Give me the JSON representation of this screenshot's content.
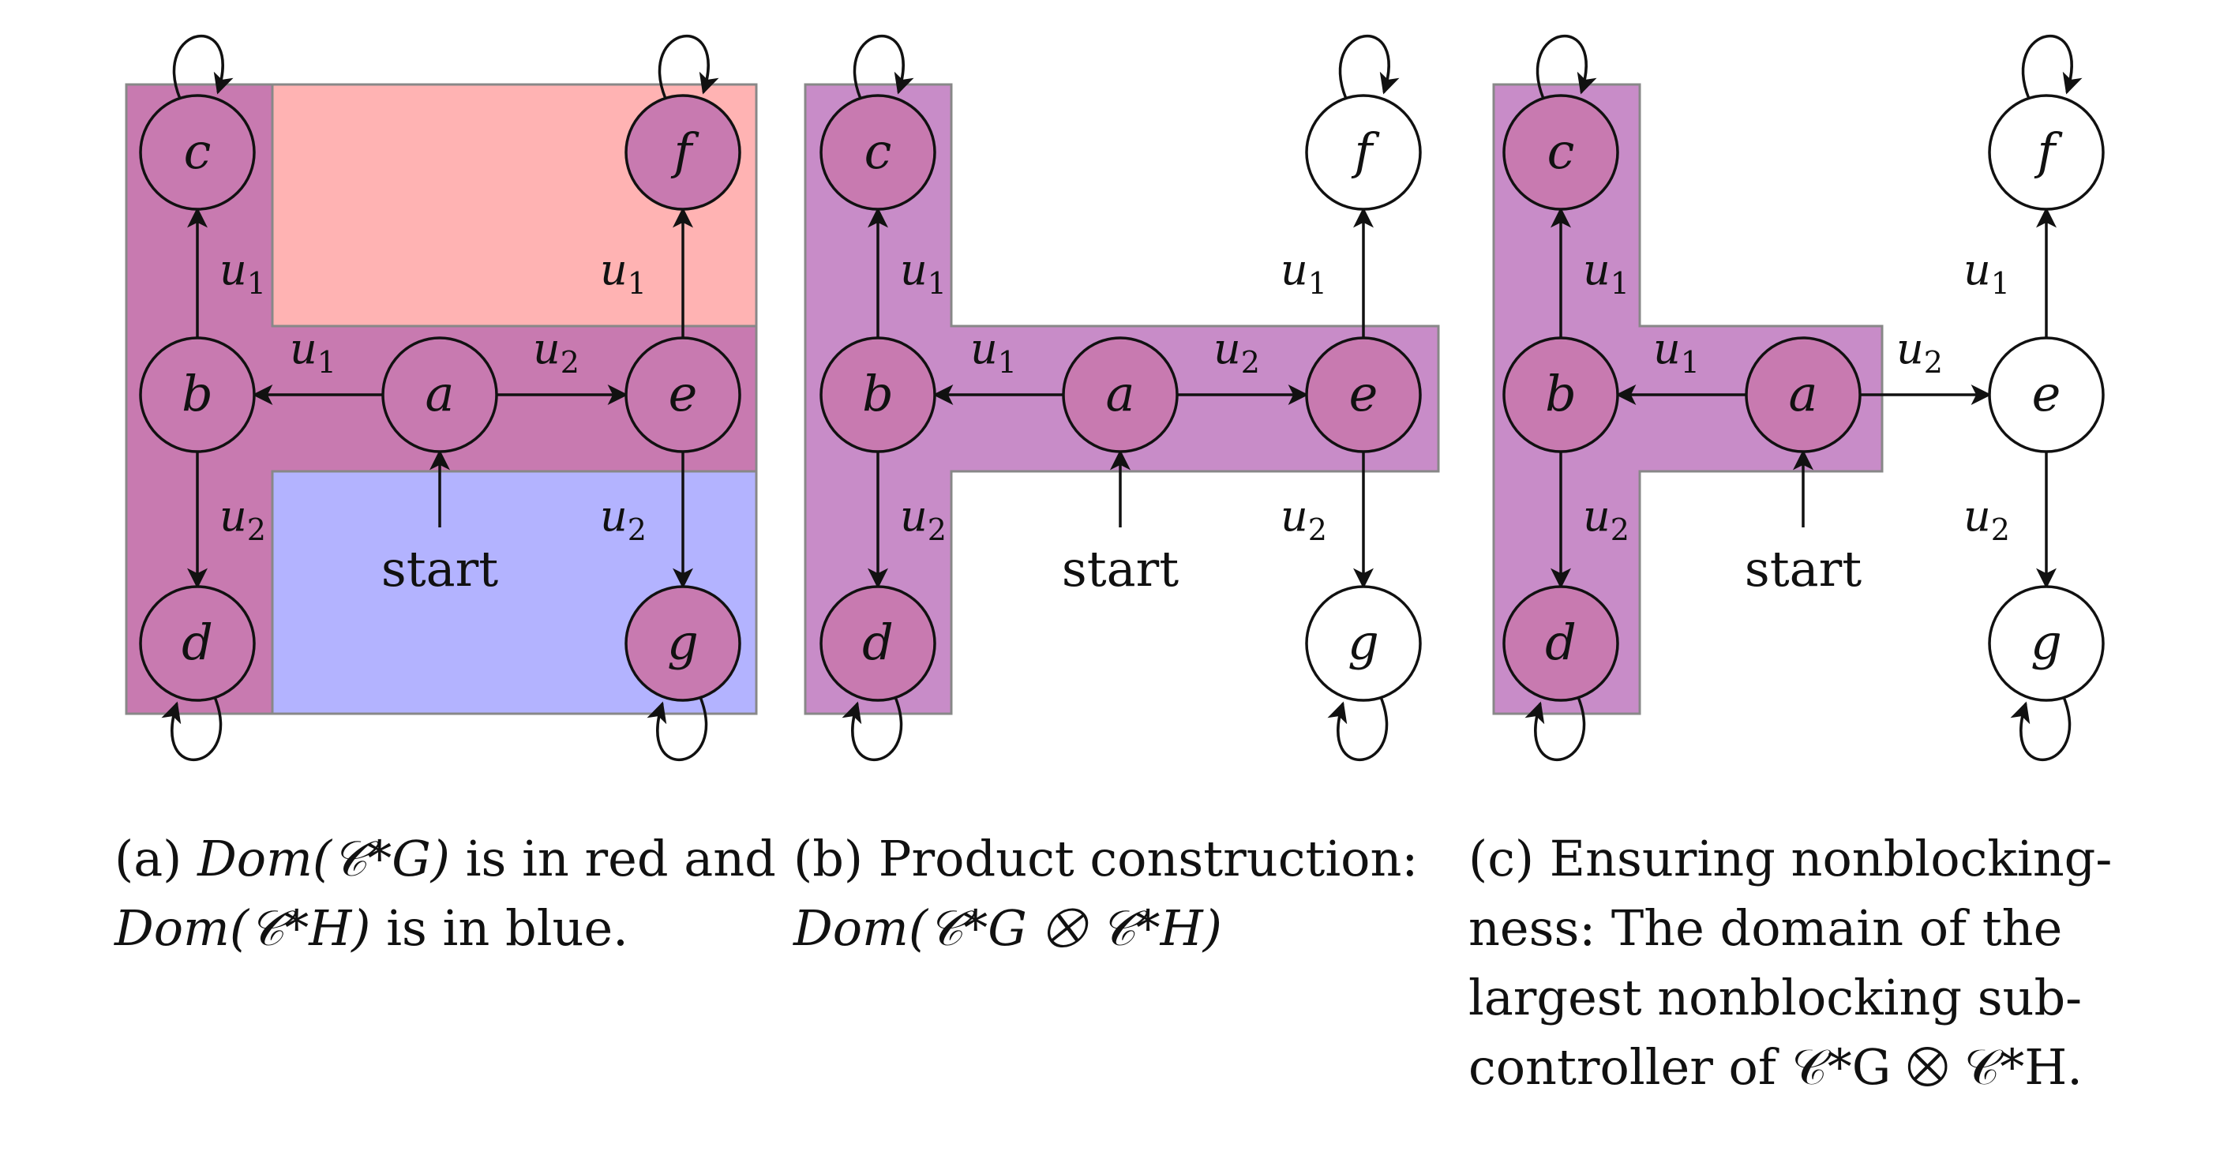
{
  "panels": [
    {
      "id": "a",
      "regions": [
        {
          "color": "#ffb3b3",
          "points": [
            [
              345,
              107
            ],
            [
              958,
              107
            ],
            [
              958,
              413
            ],
            [
              345,
              413
            ]
          ]
        },
        {
          "color": "#b3b3ff",
          "points": [
            [
              345,
              597
            ],
            [
              958,
              597
            ],
            [
              958,
              904
            ],
            [
              345,
              904
            ]
          ]
        },
        {
          "color": "#c87ab0",
          "points": [
            [
              160,
              107
            ],
            [
              345,
              107
            ],
            [
              345,
              413
            ],
            [
              958,
              413
            ],
            [
              958,
              597
            ],
            [
              345,
              597
            ],
            [
              345,
              904
            ],
            [
              160,
              904
            ]
          ]
        }
      ],
      "highlighted": [
        "a",
        "b",
        "c",
        "d",
        "e",
        "f",
        "g"
      ],
      "caption": {
        "prefix": "(a) ",
        "dom1": "Dom(𝒞*G)",
        "mid": " is in red and ",
        "dom2": "Dom(𝒞*H)",
        "suffix": " is in blue."
      }
    },
    {
      "id": "b",
      "regions": [
        {
          "color": "#c88cc8",
          "points": [
            [
              1020,
              107
            ],
            [
              1205,
              107
            ],
            [
              1205,
              413
            ],
            [
              1822,
              413
            ],
            [
              1822,
              597
            ],
            [
              1205,
              597
            ],
            [
              1205,
              904
            ],
            [
              1020,
              904
            ]
          ]
        }
      ],
      "highlighted": [
        "a",
        "b",
        "c",
        "d",
        "e"
      ],
      "caption": {
        "prefix": "(b) Product construction:",
        "line2": "Dom(𝒞*G ⨂ 𝒞*H)"
      }
    },
    {
      "id": "c",
      "regions": [
        {
          "color": "#c88cc8",
          "points": [
            [
              1892,
              107
            ],
            [
              2077,
              107
            ],
            [
              2077,
              413
            ],
            [
              2384,
              413
            ],
            [
              2384,
              597
            ],
            [
              2077,
              597
            ],
            [
              2077,
              904
            ],
            [
              1892,
              904
            ]
          ]
        }
      ],
      "highlighted": [
        "a",
        "b",
        "c",
        "d"
      ],
      "caption": {
        "line1": "(c) Ensuring nonblocking-",
        "line2": "ness: The domain of the",
        "line3": "largest nonblocking sub-",
        "line4": "controller of 𝒞*G ⨂ 𝒞*H."
      }
    }
  ],
  "nodes": [
    "a",
    "b",
    "c",
    "d",
    "e",
    "f",
    "g"
  ],
  "edge_labels": {
    "u1": "u1",
    "u2": "u2"
  },
  "start_label": "start"
}
